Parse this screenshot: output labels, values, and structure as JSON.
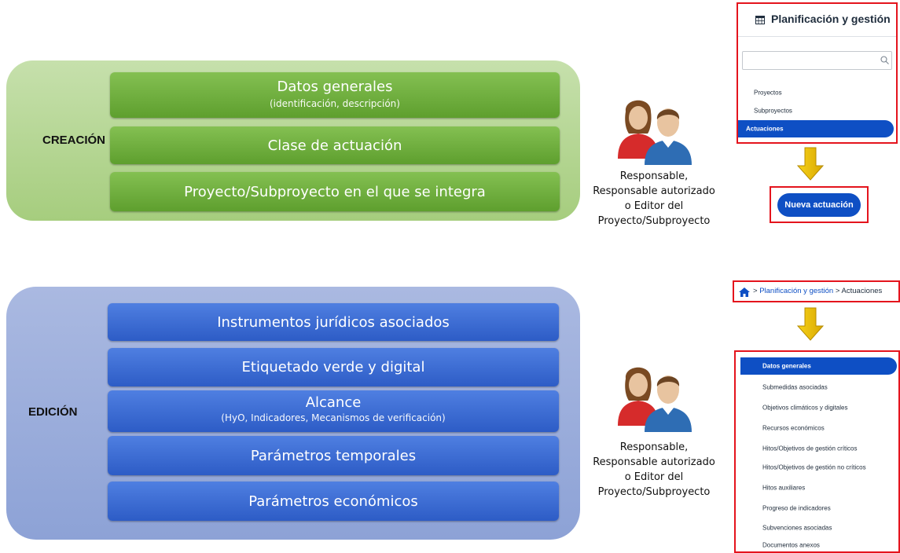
{
  "creacion": {
    "label": "CREACIÓN",
    "bars": [
      {
        "main": "Datos generales",
        "sub": "(identificación, descripción)"
      },
      {
        "main": "Clase de actuación"
      },
      {
        "main": "Proyecto/Subproyecto en el que se integra"
      }
    ]
  },
  "edicion": {
    "label": "EDICIÓN",
    "bars": [
      {
        "main": "Instrumentos jurídicos asociados"
      },
      {
        "main": "Etiquetado verde y digital"
      },
      {
        "main": "Alcance",
        "sub": "(HyO, Indicadores, Mecanismos de verificación)"
      },
      {
        "main": "Parámetros temporales"
      },
      {
        "main": "Parámetros económicos"
      }
    ]
  },
  "roles": {
    "top": [
      "Responsable,",
      "Responsable autorizado",
      "o Editor del",
      "Proyecto/Subproyecto"
    ],
    "bottom": [
      "Responsable,",
      "Responsable autorizado",
      "o Editor del",
      "Proyecto/Subproyecto"
    ]
  },
  "menu_panel": {
    "title": "Planificación y gestión",
    "title_icon": "grid-calendar-icon",
    "search_placeholder": "",
    "items": [
      "Proyectos",
      "Subproyectos",
      "Actuaciones"
    ],
    "active_item": "Actuaciones"
  },
  "new_button": {
    "label": "Nueva actuación"
  },
  "breadcrumb": {
    "home_icon": "home-icon",
    "sep1": ">",
    "link": "Planificación y gestión",
    "sep2": ">",
    "current": "Actuaciones"
  },
  "edit_menu": {
    "items": [
      "Datos generales",
      "Submedidas asociadas",
      "Objetivos climáticos y digitales",
      "Recursos económicos",
      "Hitos/Objetivos de gestión críticos",
      "Hitos/Objetivos de gestión no críticos",
      "Hitos auxiliares",
      "Progreso de indicadores",
      "Subvenciones asociadas",
      "Documentos anexos"
    ],
    "active_item": "Datos generales"
  },
  "colors": {
    "green_bar": "#6aaa38",
    "blue_bar": "#3a68d0",
    "highlight_border": "#e4141d",
    "primary_blue": "#0e4fc4",
    "arrow_yellow": "#f2c200"
  }
}
